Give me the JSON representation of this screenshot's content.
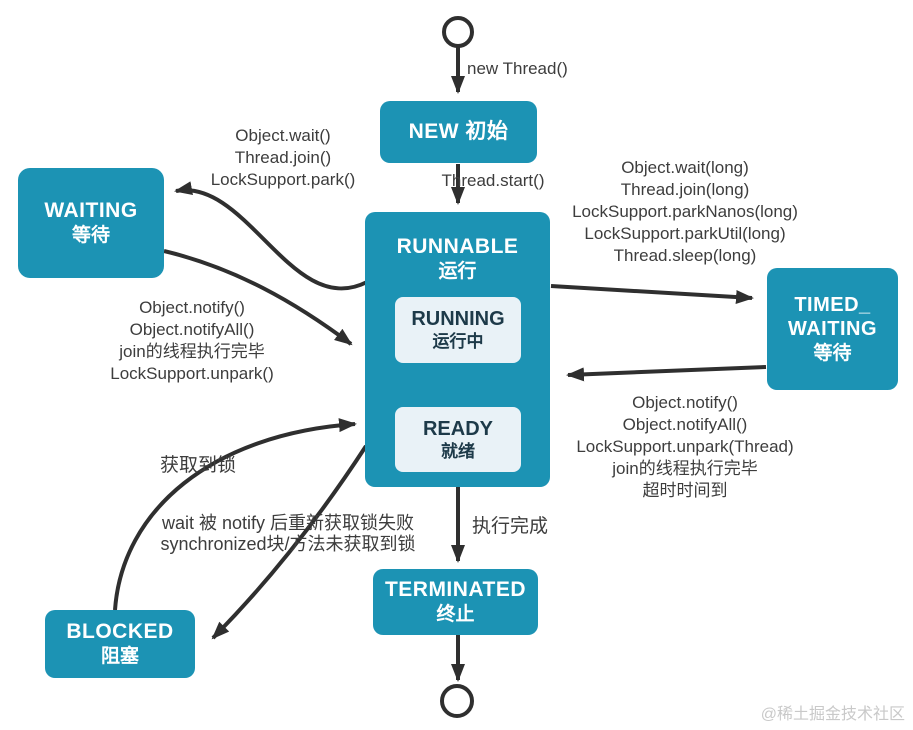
{
  "colors": {
    "state_box": "#1c93b4",
    "inner_box": "#e9f2f7",
    "inner_text": "#1d3a49",
    "arrow": "#2f2f2f",
    "label_text": "#3d3d3d",
    "yellow_arrow": "#f2ef82",
    "watermark": "#c9c9c9"
  },
  "nodes": {
    "new": {
      "line1": "NEW 初始"
    },
    "waiting": {
      "line1": "WAITING",
      "line2": "等待"
    },
    "runnable": {
      "line1": "RUNNABLE",
      "line2": "运行"
    },
    "running": {
      "line1": "RUNNING",
      "line2": "运行中"
    },
    "ready": {
      "line1": "READY",
      "line2": "就绪"
    },
    "timed_waiting": {
      "line1": "TIMED_",
      "line2": "WAITING",
      "line3": "等待"
    },
    "blocked": {
      "line1": "BLOCKED",
      "line2": "阻塞"
    },
    "terminated": {
      "line1": "TERMINATED",
      "line2": "终止"
    }
  },
  "edges": {
    "start_to_new": {
      "label": "new Thread()"
    },
    "new_to_runnable": {
      "label": "Thread.start()"
    },
    "runnable_to_waiting": {
      "lines": [
        "Object.wait()",
        "Thread.join()",
        "LockSupport.park()"
      ]
    },
    "waiting_to_runnable": {
      "lines": [
        "Object.notify()",
        "Object.notifyAll()",
        "join的线程执行完毕",
        "LockSupport.unpark()"
      ]
    },
    "runnable_to_timed_waiting": {
      "lines": [
        "Object.wait(long)",
        "Thread.join(long)",
        "LockSupport.parkNanos(long)",
        "LockSupport.parkUtil(long)",
        "Thread.sleep(long)"
      ]
    },
    "timed_waiting_to_runnable": {
      "lines": [
        "Object.notify()",
        "Object.notifyAll()",
        "LockSupport.unpark(Thread)",
        "join的线程执行完毕",
        "超时时间到"
      ]
    },
    "blocked_to_runnable": {
      "label": "获取到锁"
    },
    "runnable_to_blocked": {
      "lines": [
        "wait 被 notify 后重新获取锁失败",
        "synchronized块/方法未获取到锁"
      ]
    },
    "runnable_to_terminated": {
      "label": "执行完成"
    }
  },
  "watermark": "@稀土掘金技术社区"
}
